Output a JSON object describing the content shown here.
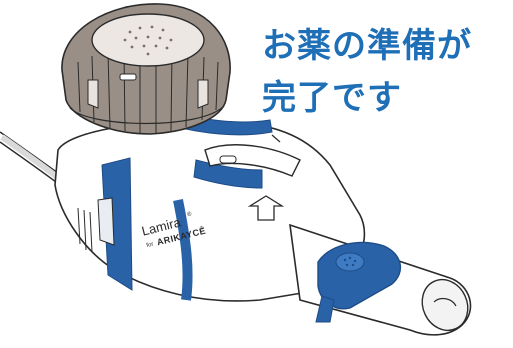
{
  "headline": {
    "line1": "お薬の準備が",
    "line2": "完了です"
  },
  "device": {
    "brand": "Lamira",
    "brand_mark": "®",
    "for_label": "for",
    "product": "ARIKAYCE",
    "product_mark": "®"
  },
  "colors": {
    "headline": "#1f6fb7",
    "accent_blue": "#2a62a8",
    "cap_gray": "#9a8f86",
    "body_white": "#ffffff",
    "outline": "#2b2b2b"
  }
}
